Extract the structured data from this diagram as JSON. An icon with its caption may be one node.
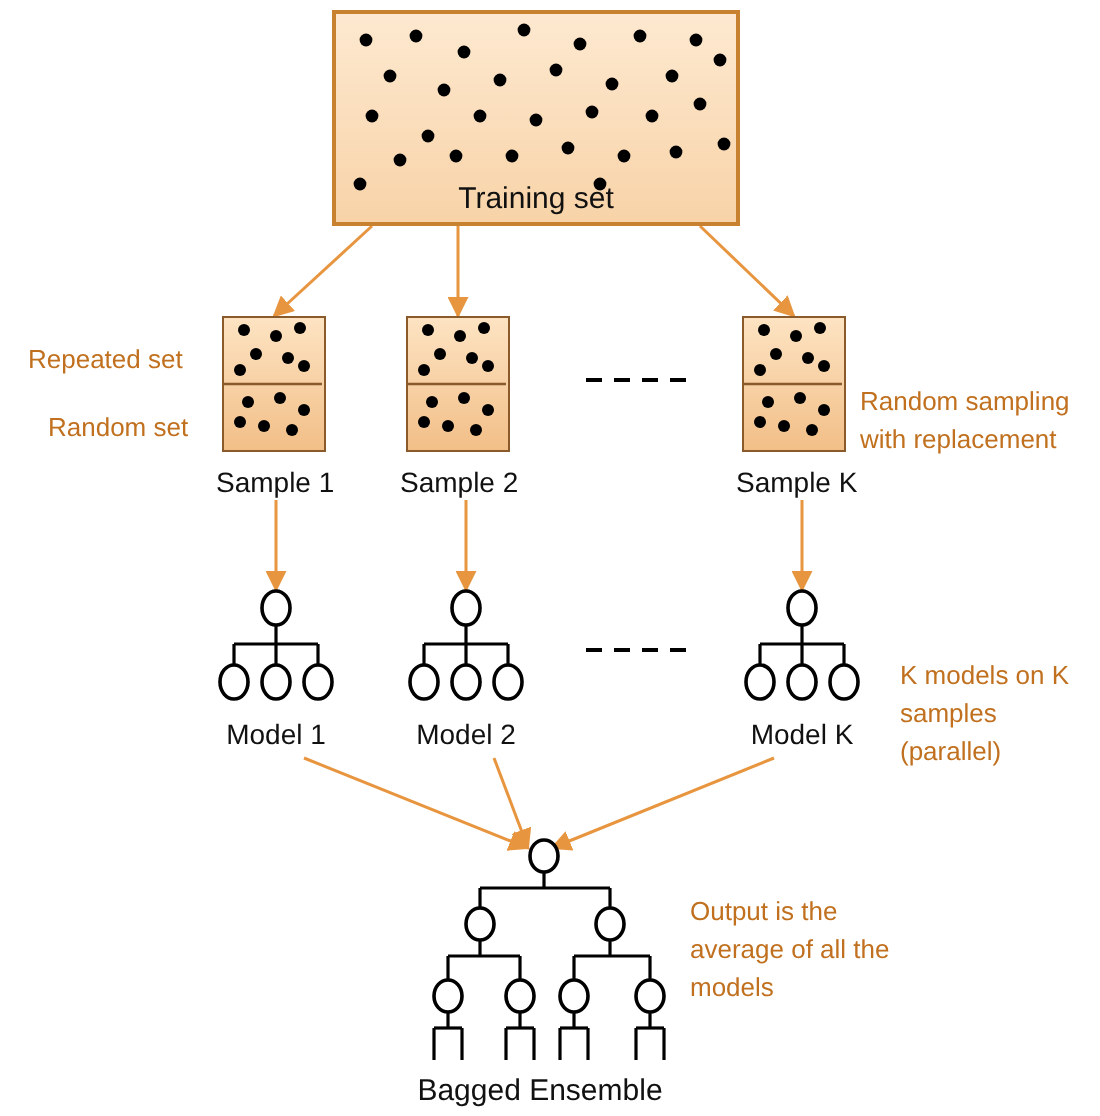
{
  "diagram": {
    "nodes": [
      {
        "text": [
          "Training set"
        ]
      },
      {
        "text": [
          "Sample 1"
        ]
      },
      {
        "text": [
          "Sample 2"
        ]
      },
      {
        "text": [
          "Sample K"
        ]
      },
      {
        "text": [
          "Model 1"
        ]
      },
      {
        "text": [
          "Model 2"
        ]
      },
      {
        "text": [
          "Model K"
        ]
      },
      {
        "text": [
          "Bagged Ensemble"
        ]
      }
    ],
    "edges": [
      {
        "from": 0,
        "to": 1,
        "arrow": "to"
      },
      {
        "from": 0,
        "to": 2,
        "arrow": "to"
      },
      {
        "from": 0,
        "to": 3,
        "arrow": "to"
      },
      {
        "from": 1,
        "to": 4,
        "arrow": "to"
      },
      {
        "from": 2,
        "to": 5,
        "arrow": "to"
      },
      {
        "from": 3,
        "to": 6,
        "arrow": "to"
      },
      {
        "from": 4,
        "to": 7,
        "arrow": "to"
      },
      {
        "from": 5,
        "to": 7,
        "arrow": "to"
      },
      {
        "from": 6,
        "to": 7,
        "arrow": "to"
      }
    ],
    "labels": [
      "Repeated set",
      "Random set",
      "Random sampling with replacement",
      "K models on K samples (parallel)",
      "Output is the average of all the models"
    ]
  }
}
